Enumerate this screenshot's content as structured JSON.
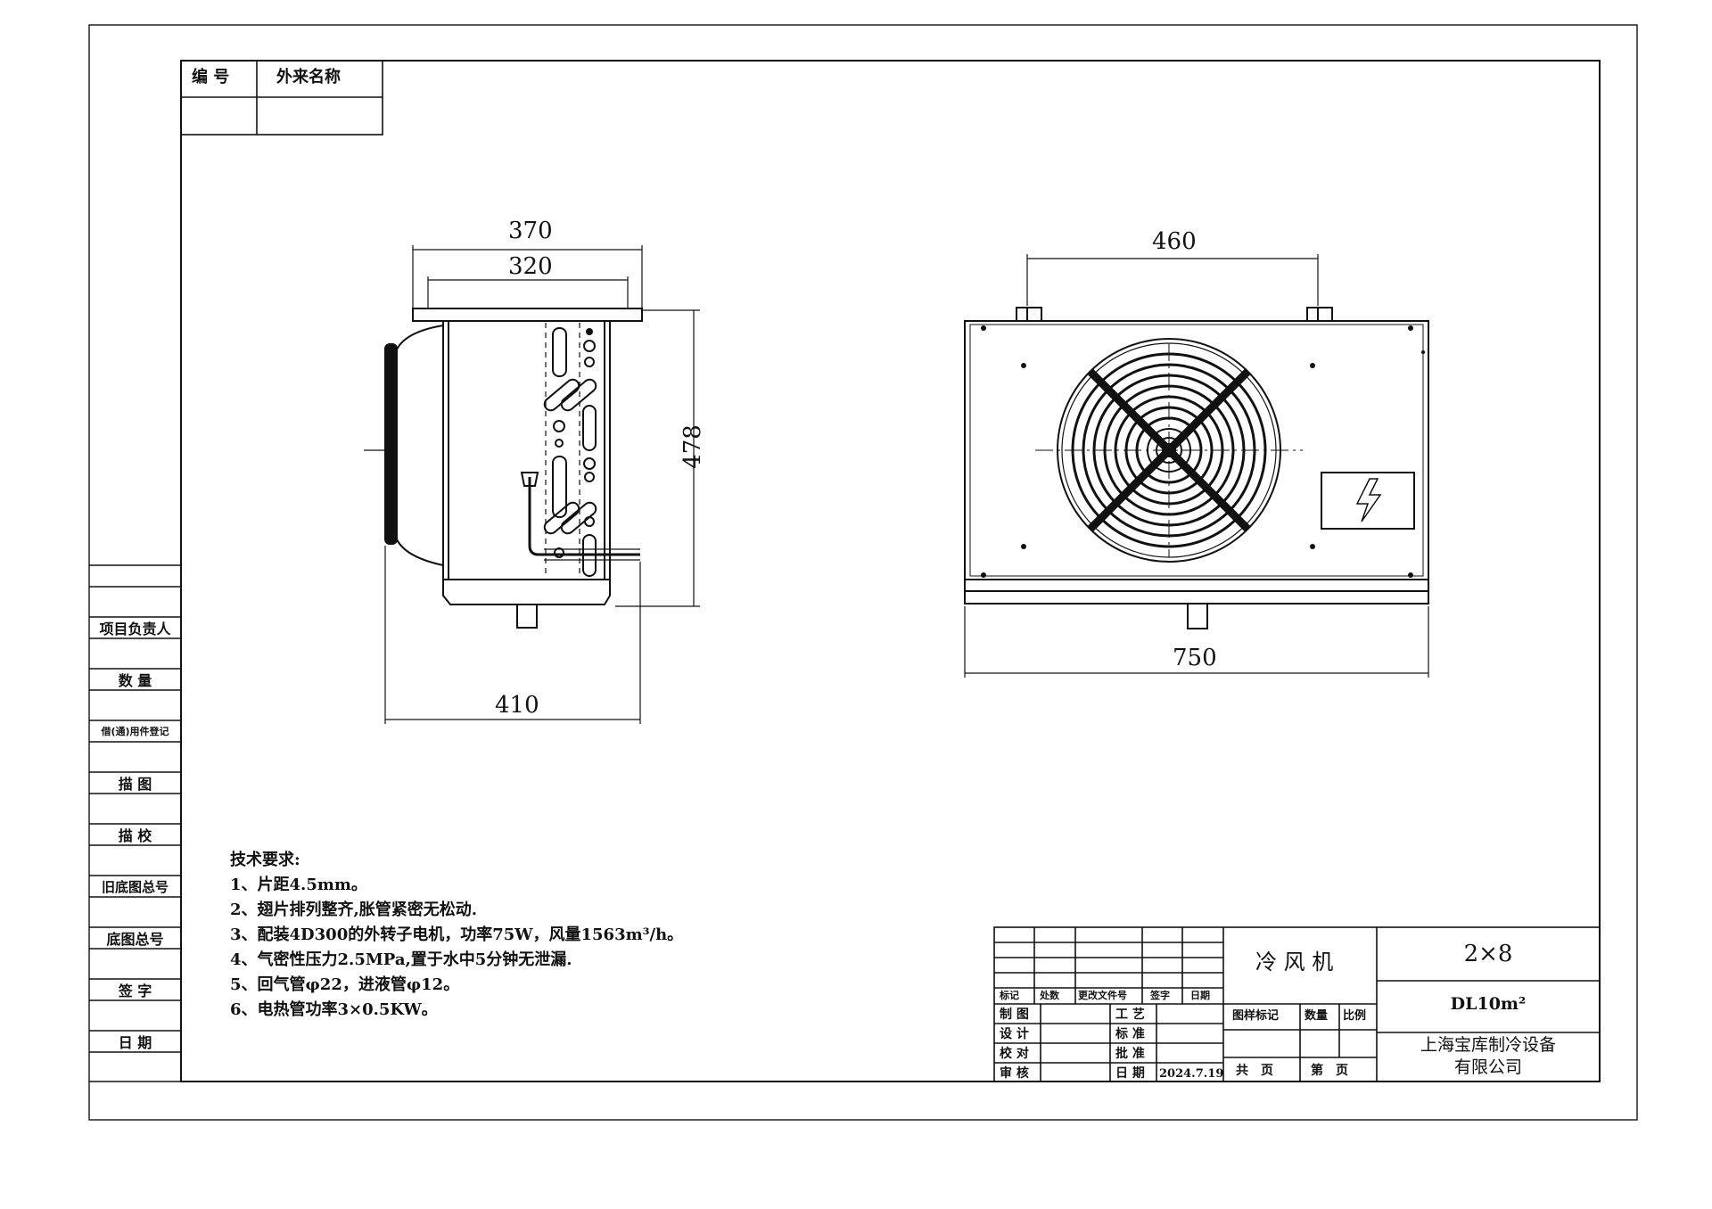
{
  "header_table": {
    "col1": "编 号",
    "col2": "外来名称"
  },
  "left_strip": [
    "项目负责人",
    "数 量",
    "借(通)用件登记",
    "描 图",
    "描 校",
    "旧底图总号",
    "底图总号",
    "签 字",
    "日 期"
  ],
  "dimensions": {
    "side_top_outer": "370",
    "side_top_inner": "320",
    "side_height": "478",
    "side_bottom": "410",
    "front_top": "460",
    "front_bottom": "750"
  },
  "notes": {
    "title": "技术要求:",
    "items": [
      "1、片距4.5mm。",
      "2、翅片排列整齐,胀管紧密无松动.",
      "3、配装4D300的外转子电机，功率75W，风量1563m³/h。",
      "4、气密性压力2.5MPa,置于水中5分钟无泄漏.",
      "5、回气管φ22，进液管φ12。",
      "6、电热管功率3×0.5KW。"
    ]
  },
  "title_block": {
    "revision_headers": [
      "标记",
      "处数",
      "更改文件号",
      "签字",
      "日期"
    ],
    "roles_left": [
      "制 图",
      "设 计",
      "校 对",
      "审 核"
    ],
    "roles_right": [
      "工 艺",
      "标 准",
      "批 准",
      "日 期"
    ],
    "date": "2024.7.19",
    "product_name": "冷 风 机",
    "spec": "2×8",
    "model": "DL10m²",
    "sample_mark": "图样标记",
    "quantity": "数量",
    "scale": "比例",
    "total_sheets": "共　页",
    "sheet_no": "第　页",
    "company_line1": "上海宝库制冷设备",
    "company_line2": "有限公司"
  }
}
